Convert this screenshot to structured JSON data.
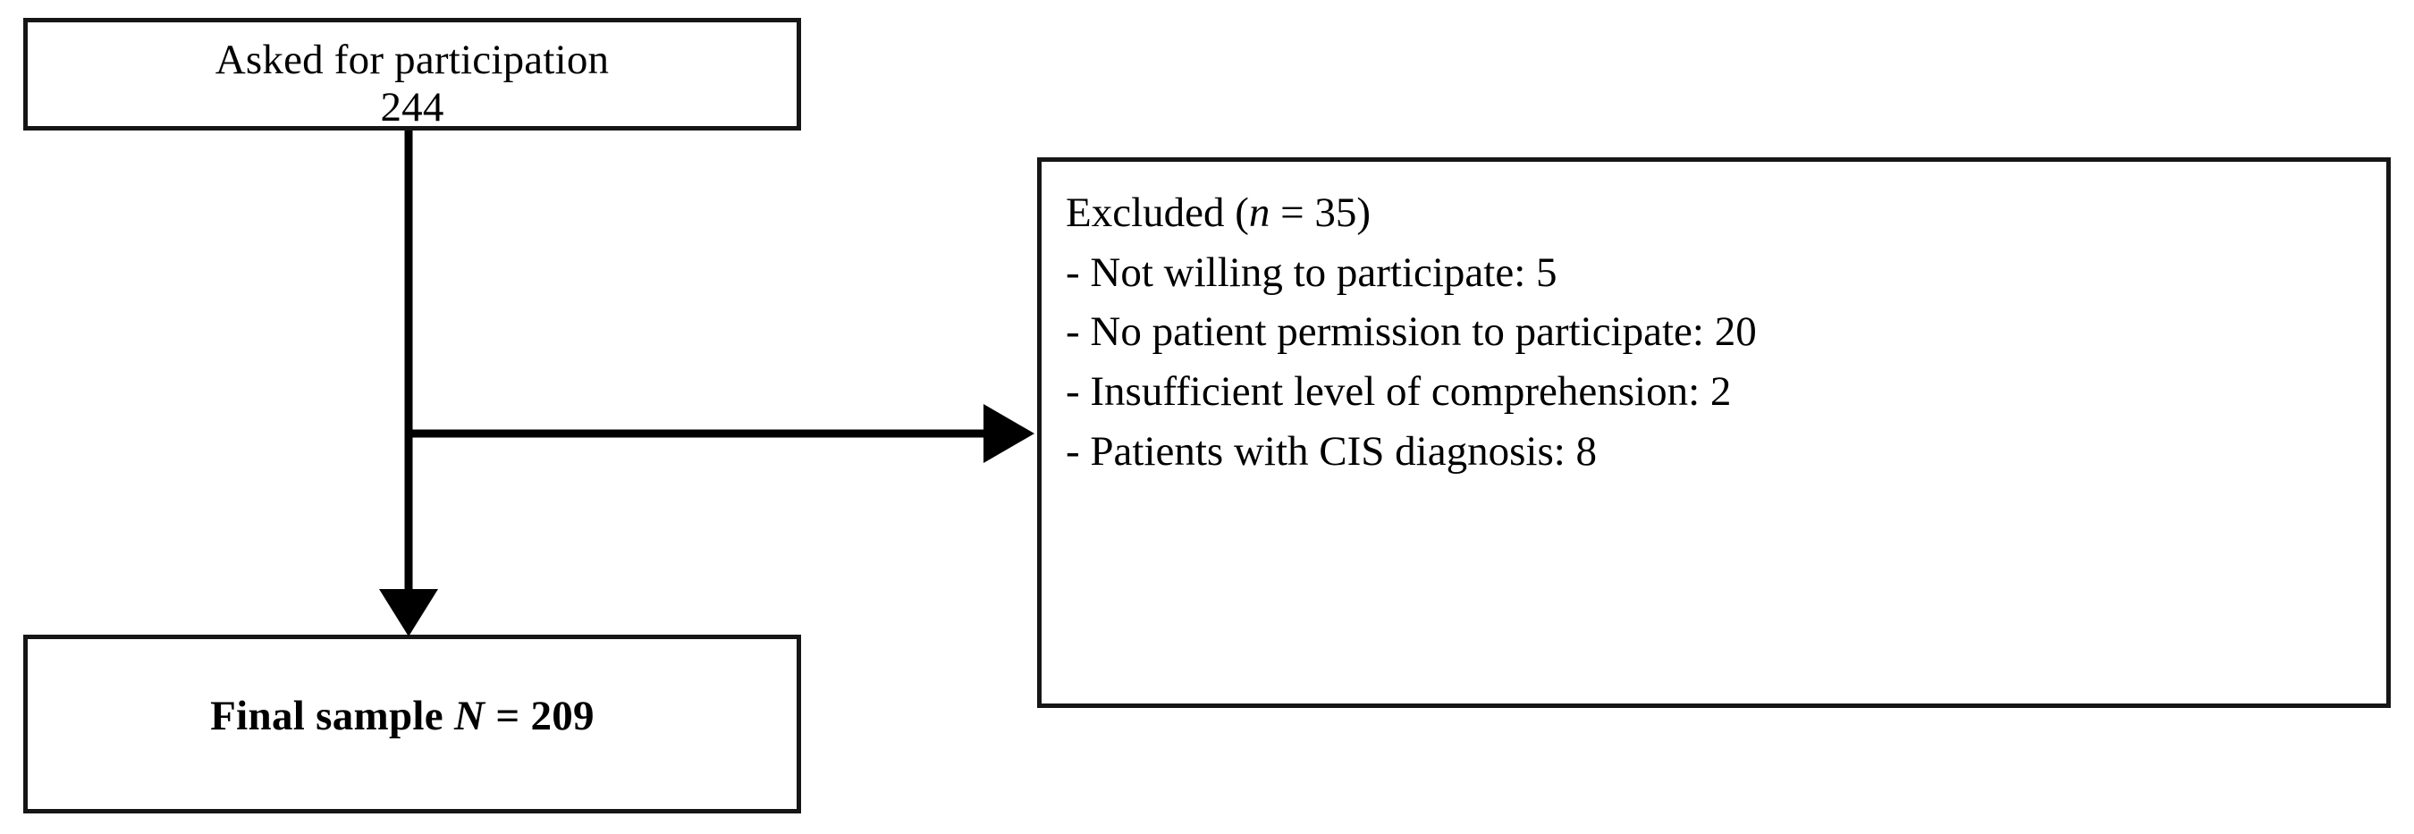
{
  "diagram": {
    "type": "participant-flow-chart",
    "background_color": "#ffffff",
    "stroke_color": "#161616",
    "nodes": {
      "asked": {
        "line_1": "Asked for participation",
        "line_2": "244"
      },
      "excluded": {
        "heading_prefix": "Excluded (",
        "heading_symbol": "n",
        "heading_suffix": " = 35)",
        "items": [
          "- Not willing to participate: 5",
          "- No patient permission to participate: 20",
          "- Insufficient level of comprehension: 2",
          "- Patients with CIS diagnosis: 8"
        ]
      },
      "final": {
        "prefix": "Final sample ",
        "symbol": "N",
        "suffix": " = 209"
      }
    },
    "connectors": {
      "down_arrow_label": "asked-to-final",
      "right_arrow_label": "asked-to-excluded"
    }
  },
  "chart_data": {
    "type": "flow",
    "title": "Participant flow",
    "nodes": [
      {
        "id": "asked",
        "label": "Asked for participation",
        "value": 244
      },
      {
        "id": "excluded",
        "label": "Excluded (n = 35)",
        "value": 35
      },
      {
        "id": "final",
        "label": "Final sample N = 209",
        "value": 209
      }
    ],
    "exclusion_reasons": [
      {
        "reason": "Not willing to participate",
        "count": 5
      },
      {
        "reason": "No patient permission to participate",
        "count": 20
      },
      {
        "reason": "Insufficient level of comprehension",
        "count": 2
      },
      {
        "reason": "Patients with CIS diagnosis",
        "count": 8
      }
    ],
    "edges": [
      {
        "from": "asked",
        "to": "excluded",
        "value": 35
      },
      {
        "from": "asked",
        "to": "final",
        "value": 209
      }
    ]
  }
}
